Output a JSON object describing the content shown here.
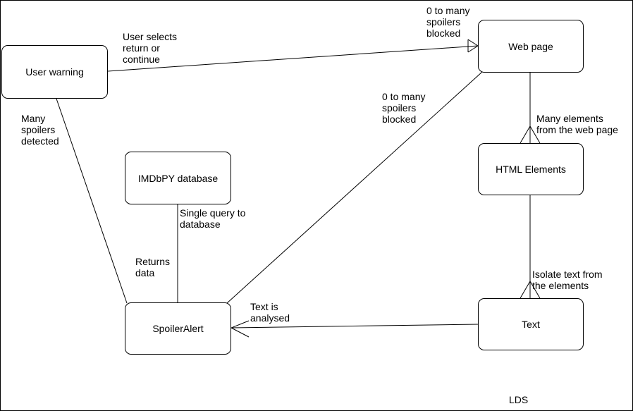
{
  "nodes": {
    "user_warning": "User warning",
    "web_page": "Web page",
    "imdbpy_database": "IMDbPY database",
    "html_elements": "HTML Elements",
    "spoiler_alert": "SpoilerAlert",
    "text": "Text"
  },
  "edge_labels": {
    "user_selects": "User selects\nreturn or\ncontinue",
    "zero_many_top": "0 to many\nspoilers\nblocked",
    "zero_many_mid": "0 to many\nspoilers\nblocked",
    "many_spoilers": "Many\nspoilers\ndetected",
    "many_elements": "Many elements\nfrom the web page",
    "single_query": "Single query to\ndatabase",
    "returns_data": "Returns\ndata",
    "isolate_text": "Isolate text from\nthe elements",
    "text_analysed": "Text is\nanalysed"
  },
  "footer": {
    "initials": "LDS"
  }
}
